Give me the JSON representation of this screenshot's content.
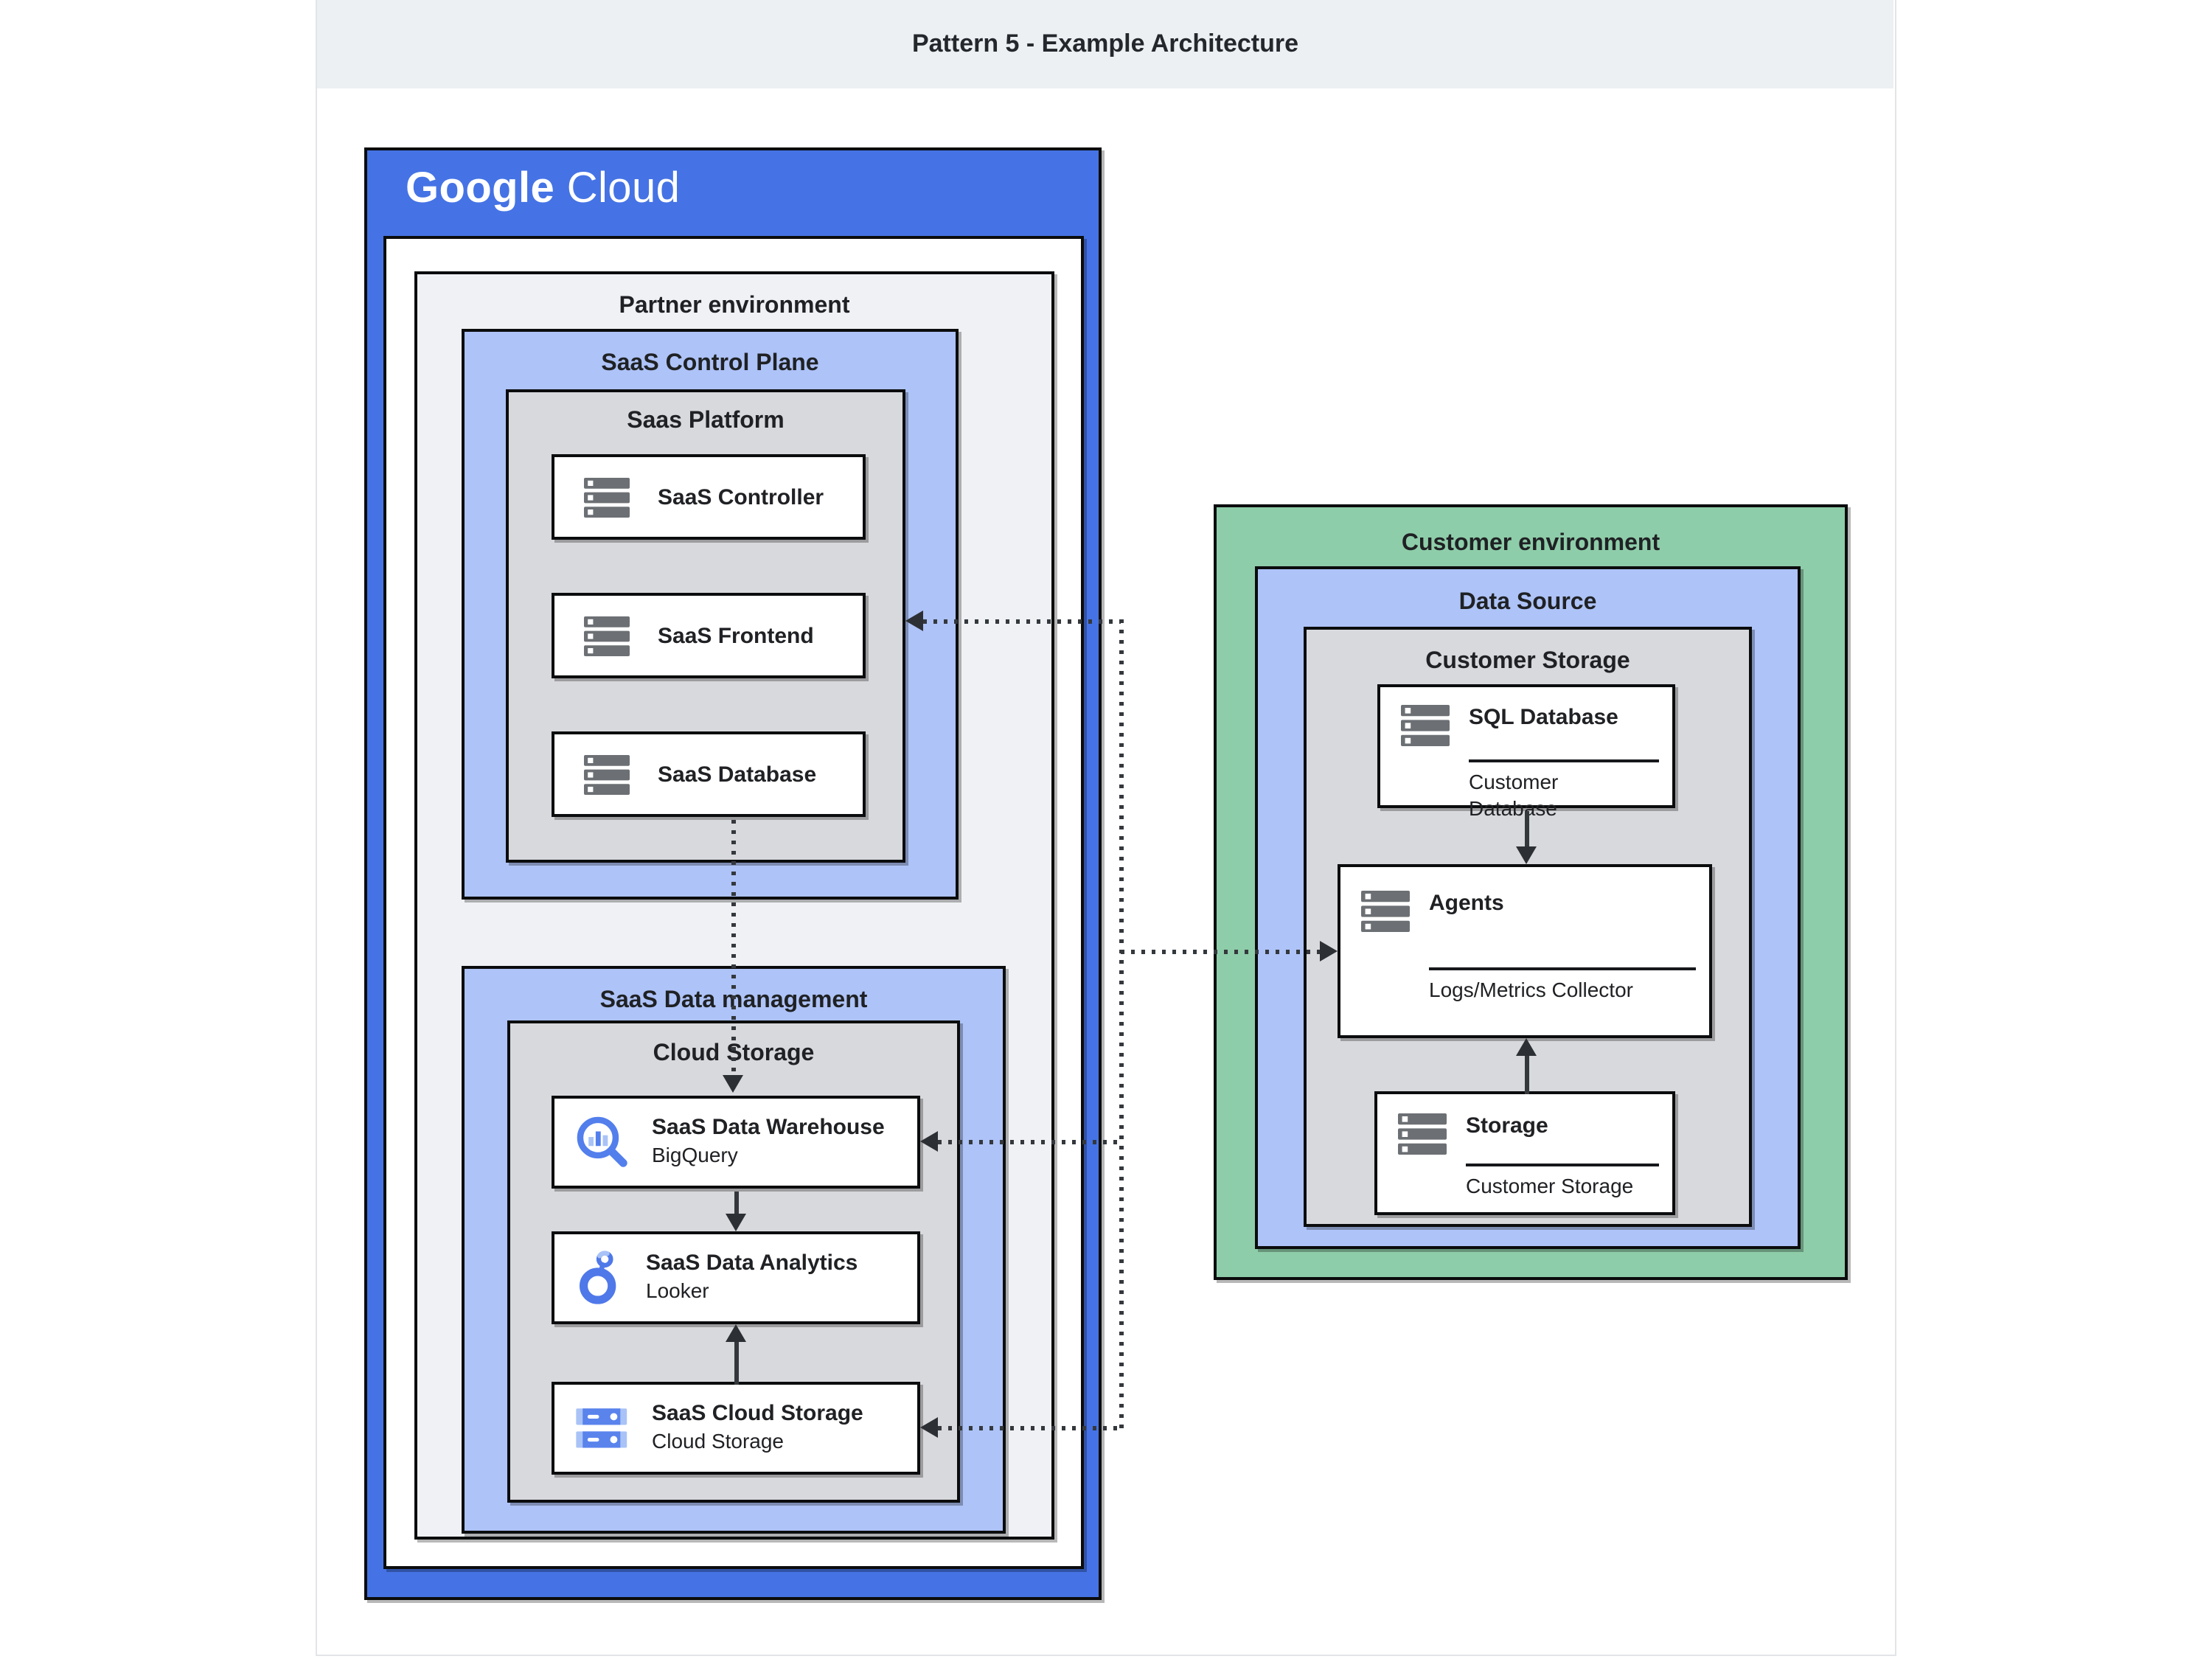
{
  "page": {
    "title": "Pattern 5 - Example Architecture"
  },
  "google_cloud": {
    "logo": {
      "google": "Google",
      "cloud": "Cloud"
    },
    "partner_environment": {
      "label": "Partner environment",
      "saas_control_plane": {
        "label": "SaaS Control Plane",
        "saas_platform": {
          "label": "Saas Platform",
          "nodes": [
            {
              "label": "SaaS Controller",
              "icon": "server-stack-icon"
            },
            {
              "label": "SaaS Frontend",
              "icon": "server-stack-icon"
            },
            {
              "label": "SaaS Database",
              "icon": "server-stack-icon"
            }
          ]
        }
      },
      "saas_data_management": {
        "label": "SaaS Data management",
        "cloud_storage": {
          "label": "Cloud Storage",
          "nodes": [
            {
              "label": "SaaS Data Warehouse",
              "product": "BigQuery",
              "icon": "bigquery-icon"
            },
            {
              "label": "SaaS Data Analytics",
              "product": "Looker",
              "icon": "looker-icon"
            },
            {
              "label": "SaaS Cloud Storage",
              "product": "Cloud Storage",
              "icon": "cloud-storage-icon"
            }
          ]
        }
      }
    }
  },
  "customer_environment": {
    "label": "Customer environment",
    "data_source": {
      "label": "Data Source",
      "customer_storage": {
        "label": "Customer Storage",
        "nodes": [
          {
            "label": "SQL Database",
            "sublabel": "Customer Database",
            "icon": "server-stack-icon"
          },
          {
            "label": "Agents",
            "sublabel": "Logs/Metrics Collector",
            "icon": "server-stack-icon"
          },
          {
            "label": "Storage",
            "sublabel": "Customer Storage",
            "icon": "server-stack-icon"
          }
        ]
      }
    }
  },
  "colors": {
    "google_blue": "#4573e5",
    "light_blue_zone": "#aec3f7",
    "gray_zone": "#d8d9dc",
    "partner_zone": "#eff1f4",
    "green_zone": "#8ecda9",
    "header_band": "#edf0f2",
    "icon_gray": "#6c7074",
    "icon_blue": "#537fec",
    "icon_light_blue": "#a9c3f7",
    "connector": "#34383d"
  }
}
